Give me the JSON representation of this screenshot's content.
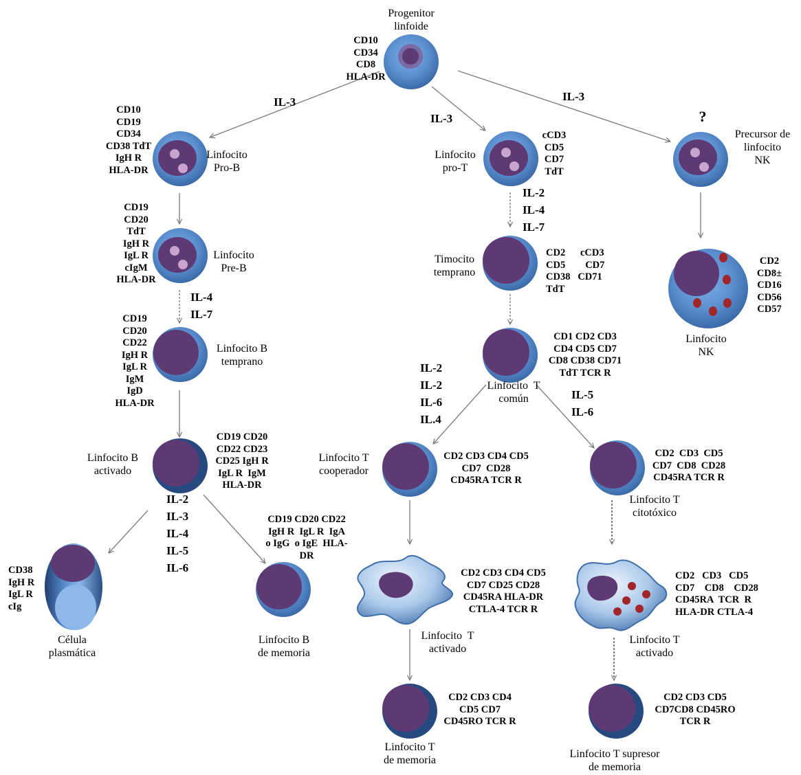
{
  "colors": {
    "cell_blue": "#5b8fd0",
    "cell_blue_dark": "#264a80",
    "nucleus": "#5e3a74",
    "nucleolus": "#c8a4cf",
    "granule": "#a0262a",
    "arrow": "#777777"
  },
  "cells": {
    "progenitor": {
      "name": "Progenitor\nlinfoide",
      "markers": "CD10\nCD34\nCD8\nHLA-DR"
    },
    "pro_b": {
      "name": "Linfocito\nPro-B",
      "markers": "CD10\nCD19\nCD34\nCD38 TdT\nIgH R\nHLA-DR"
    },
    "pre_b": {
      "name": "Linfocito\nPre-B",
      "markers": "CD19\nCD20\nTdT\nIgH R\nIgL R\ncIgM\nHLA-DR"
    },
    "early_b": {
      "name": "Linfocito B\ntemprano",
      "markers": "CD19\nCD20\nCD22\nIgH R\nIgL R\nIgM\nIgD\nHLA-DR"
    },
    "activated_b": {
      "name": "Linfocito B\nactivado",
      "markers": "CD19 CD20\nCD22 CD23\nCD25 IgH R\nIgL R  IgM\nHLA-DR"
    },
    "plasma": {
      "name": "Célula\nplasmática",
      "markers": "CD38\nIgH R\nIgL R\ncIg"
    },
    "memory_b": {
      "name": "Linfocito B\nde memoria",
      "markers": "CD19 CD20 CD22\nIgH R  IgL R  IgA\no IgG  o IgE  HLA-\nDR"
    },
    "pro_t": {
      "name": "Linfocito\npro-T",
      "markers": "cCD3\nCD5\nCD7\nTdT"
    },
    "early_thymocyte": {
      "name": "Timocito\ntemprano",
      "markers": "CD2      cCD3\nCD5        CD7\nCD38   CD71\nTdT"
    },
    "common_t": {
      "name": "Linfocito  T\ncomún",
      "markers": "CD1 CD2 CD3\nCD4 CD5 CD7\nCD8 CD38 CD71\nTdT TCR R"
    },
    "helper_t": {
      "name": "Linfocito T\ncooperador",
      "markers": "CD2 CD3 CD4 CD5\nCD7  CD28\nCD45RA TCR R"
    },
    "cytotoxic_t": {
      "name": "Linfocito T\ncitotóxico",
      "markers": "CD2  CD3  CD5\nCD7  CD8  CD28\nCD45RA TCR R"
    },
    "activated_helper": {
      "name": "Linfocito  T\nactivado",
      "markers": "CD2 CD3 CD4 CD5\nCD7 CD25 CD28\nCD45RA HLA-DR\nCTLA-4 TCR R"
    },
    "activated_cytotoxic": {
      "name": "Linfocito T\nactivado",
      "markers": "CD2   CD3   CD5\nCD7    CD8    CD28\nCD45RA  TCR  R\nHLA-DR CTLA-4"
    },
    "memory_t": {
      "name": "Linfocito T\nde memoria",
      "markers": "CD2 CD3 CD4\nCD5 CD7\nCD45RO TCR R"
    },
    "memory_suppressor_t": {
      "name": "Linfocito T supresor\nde memoria",
      "markers": "CD2 CD3 CD5\nCD7CD8 CD45RO\nTCR R"
    },
    "nk_precursor": {
      "name": "Precursor de\nlinfocito\nNK",
      "markers": "?"
    },
    "nk": {
      "name": "Linfocito\nNK",
      "markers": "CD2\nCD8±\nCD16\nCD56\nCD57"
    }
  },
  "cytokines": {
    "to_pro_b": "IL-3",
    "to_pro_t": "IL-3",
    "to_nk": "IL-3",
    "pro_t_to_thymocyte": "IL-2\nIL-4\nIL-7",
    "pre_b_to_early_b": "IL-4\nIL-7",
    "common_t_to_helper": "IL-2\nIL-2\nIL-6\nIL.4",
    "common_t_to_cytotoxic": "IL-5\nIL-6",
    "activated_b_out": "IL-2\nIL-3\nIL-4\nIL-5\nIL-6"
  }
}
